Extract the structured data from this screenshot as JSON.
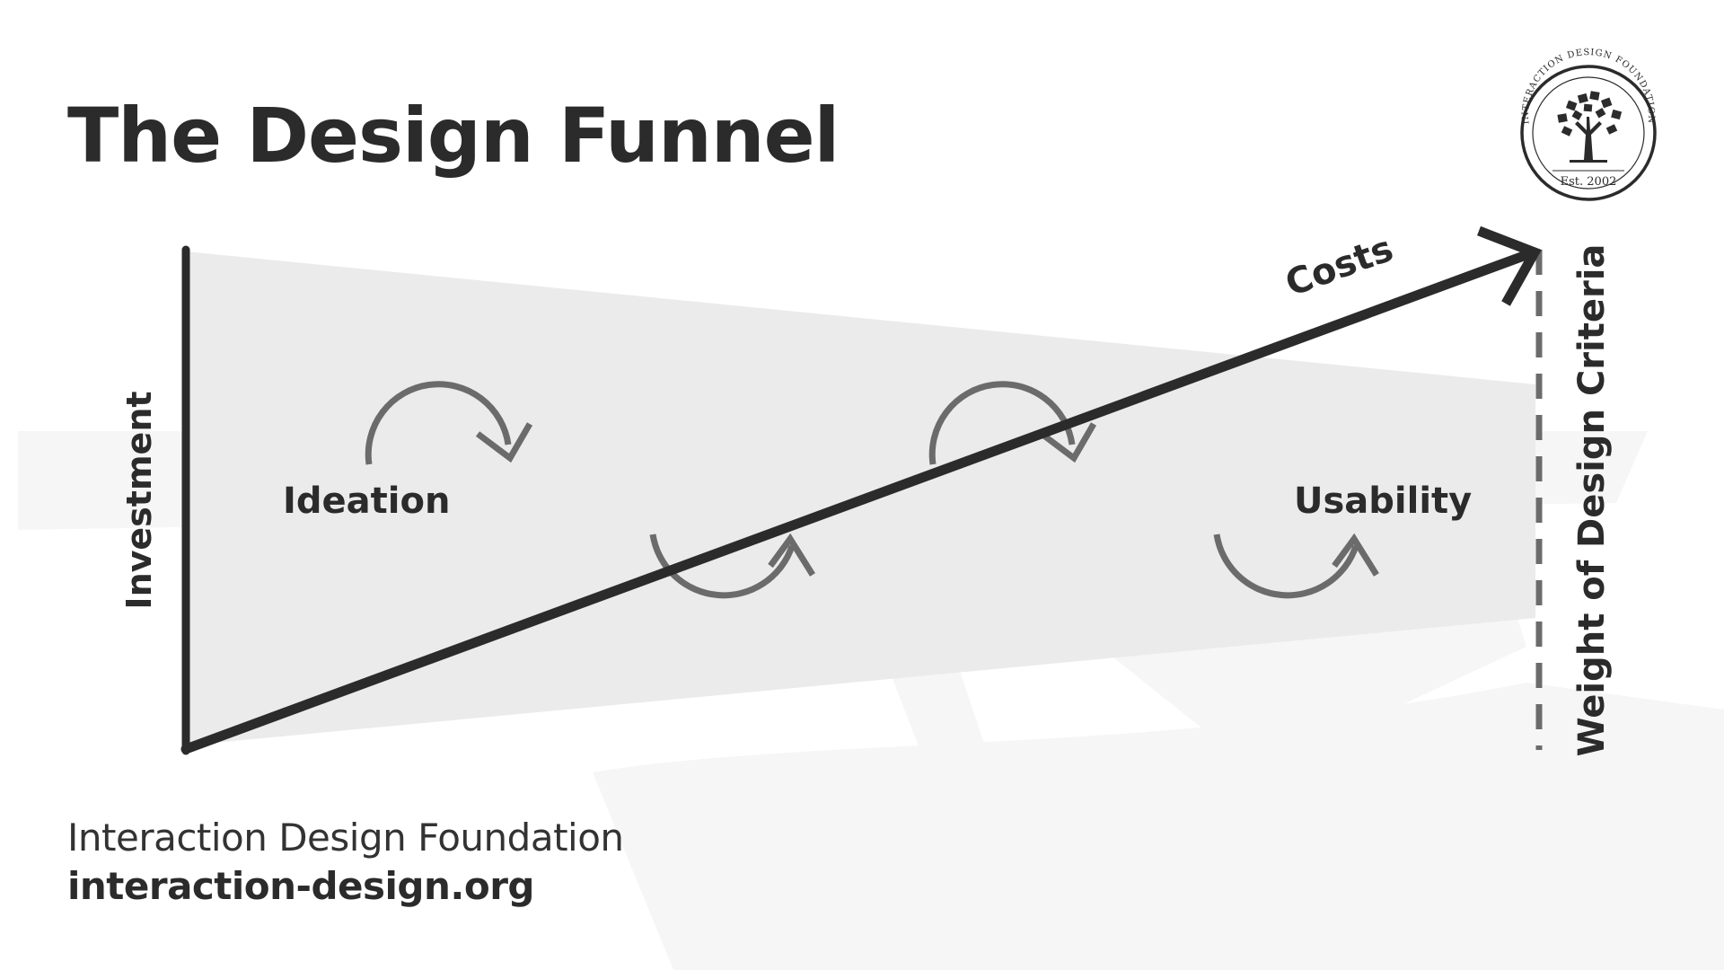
{
  "title": "The Design Funnel",
  "diagram": {
    "vertical_axis_label": "Investment",
    "horizontal_axis_label": "Weight of Design Criteria",
    "arrow_label": "Costs",
    "stage_start_label": "Ideation",
    "stage_end_label": "Usability"
  },
  "logo": {
    "circle_text": "INTERACTION DESIGN FOUNDATION",
    "established": "Est. 2002",
    "icon": "tree-icon"
  },
  "footer": {
    "organization": "Interaction Design Foundation",
    "url": "interaction-design.org"
  },
  "colors": {
    "text": "#2b2b2b",
    "funnel_fill": "#ebebeb",
    "cycle_arrows": "#6b6b6b",
    "watermark": "#f6f6f6"
  }
}
